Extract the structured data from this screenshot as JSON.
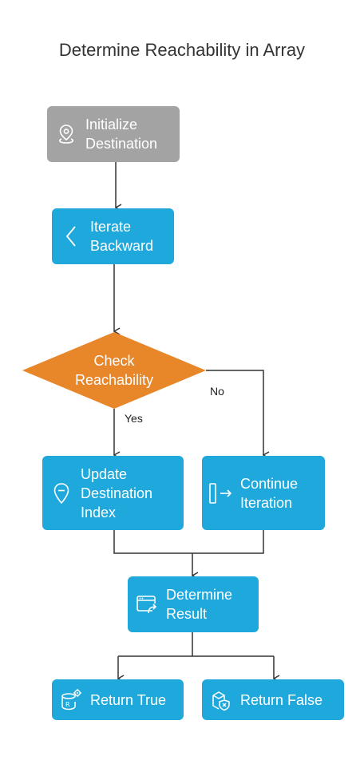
{
  "title": "Determine Reachability in Array",
  "nodes": {
    "initialize": {
      "label": "Initialize\nDestination",
      "icon": "location-pin-icon"
    },
    "iterate": {
      "label": "Iterate\nBackward",
      "icon": "chevron-left-icon"
    },
    "check": {
      "label": "Check\nReachability"
    },
    "update": {
      "label": "Update\nDestination\nIndex",
      "icon": "location-marker-icon"
    },
    "continue": {
      "label": "Continue\nIteration",
      "icon": "bracket-arrow-icon"
    },
    "determine": {
      "label": "Determine\nResult",
      "icon": "browser-window-arrow-icon"
    },
    "return_true": {
      "label": "Return True",
      "icon": "database-gear-icon"
    },
    "return_false": {
      "label": "Return False",
      "icon": "box-shield-x-icon"
    }
  },
  "edges": {
    "yes_label": "Yes",
    "no_label": "No"
  },
  "colors": {
    "gray": "#a3a3a3",
    "blue": "#1fa8dc",
    "orange": "#e8862a",
    "line": "#333333"
  }
}
